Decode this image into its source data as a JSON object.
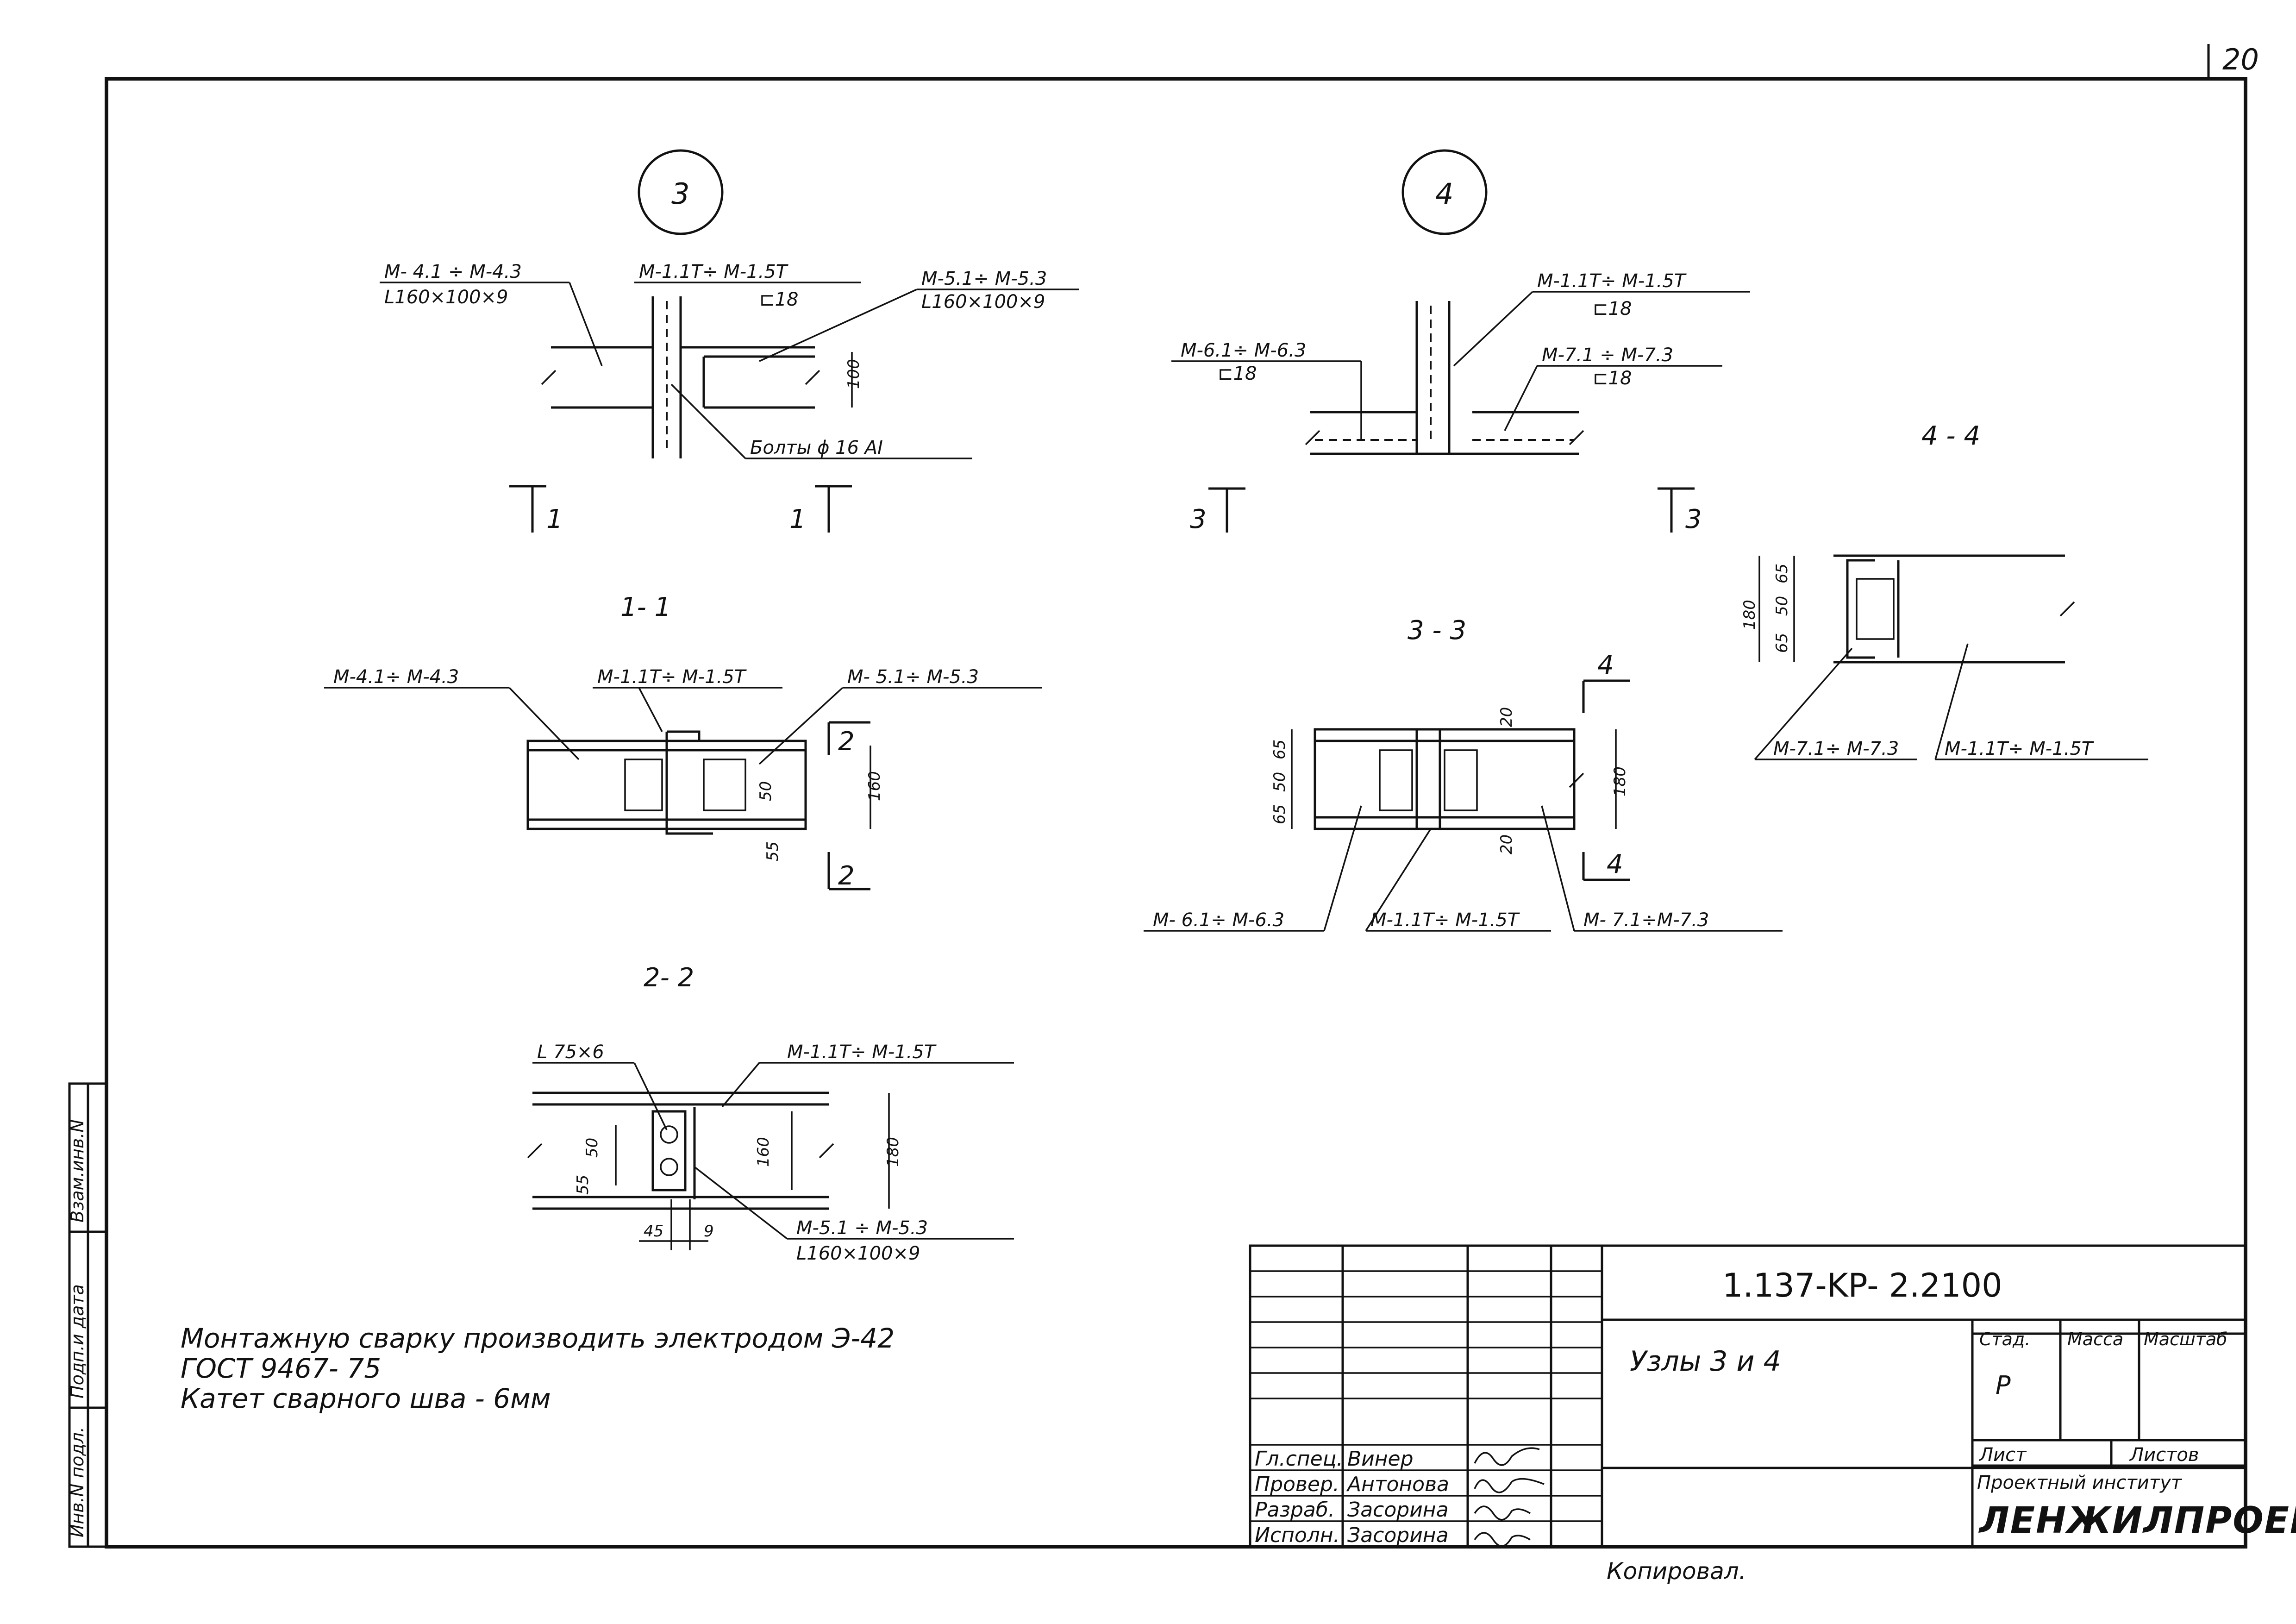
{
  "sheet": {
    "page_number": "20",
    "copied_note": "Копировал."
  },
  "node3": {
    "number": "3",
    "top_left_label": "M- 4.1 ÷ M-4.3",
    "top_left_profile": "L160×100×9",
    "top_mid_label": "M-1.1T÷ M-1.5T",
    "top_mid_profile": "⊏18",
    "top_right_label": "M-5.1÷ M-5.3",
    "top_right_profile": "L160×100×9",
    "bolts_label": "Болты ϕ 16 AI",
    "dim_100": "100",
    "cut_mark_left": "1",
    "cut_mark_right": "1"
  },
  "node4": {
    "number": "4",
    "top_mid_label": "M-1.1T÷ M-1.5T",
    "top_mid_profile": "⊏18",
    "left_label": "M-6.1÷ M-6.3",
    "left_profile": "⊏18",
    "right_label": "M-7.1 ÷ M-7.3",
    "right_profile": "⊏18",
    "cut_mark_left": "3",
    "cut_mark_right": "3"
  },
  "section_1_1": {
    "title": "1- 1",
    "left_label": "M-4.1÷ M-4.3",
    "mid_label": "M-1.1T÷ M-1.5T",
    "right_label": "M- 5.1÷ M-5.3",
    "dim_50": "50",
    "dim_160": "160",
    "dim_55": "55",
    "cut_mark_top": "2",
    "cut_mark_bottom": "2"
  },
  "section_2_2": {
    "title": "2- 2",
    "angle_label": "L 75×6",
    "top_label": "M-1.1T÷ M-1.5T",
    "bottom_label": "M-5.1 ÷ M-5.3",
    "bottom_profile": "L160×100×9",
    "dim_55": "55",
    "dim_50": "50",
    "dim_160": "160",
    "dim_180": "180",
    "dim_45": "45",
    "dim_9": "9"
  },
  "section_3_3": {
    "title": "3 - 3",
    "left_label": "M- 6.1÷ M-6.3",
    "mid_label": "M-1.1T÷ M-1.5T",
    "right_label": "M- 7.1÷M-7.3",
    "dim_65_top": "65",
    "dim_50": "50",
    "dim_65_bot": "65",
    "dim_20_top": "20",
    "dim_20_bot": "20",
    "dim_180": "180",
    "cut_mark_top": "4",
    "cut_mark_bottom": "4"
  },
  "section_4_4": {
    "title": "4 - 4",
    "left_label": "M-7.1÷ M-7.3",
    "right_label": "M-1.1T÷ M-1.5T",
    "dim_180": "180",
    "dim_65_top": "65",
    "dim_50": "50",
    "dim_65_bot": "65"
  },
  "notes": {
    "line1": "Монтажную сварку производить электродом Э-42",
    "line2": "ГОСТ 9467- 75",
    "line3": "Катет сварного шва - 6мм"
  },
  "side_stamp": {
    "field1": "Взам.инв.N",
    "field2": "Подп.и дата",
    "field3": "Инв.N подл."
  },
  "title_block": {
    "code": "1.137-KP- 2.2100",
    "sheet_title": "Узлы 3 и 4",
    "stage_header": "Стад.",
    "mass_header": "Масса",
    "scale_header": "Масштаб",
    "stage_value": "Р",
    "sheet_header": "Лист",
    "sheets_header": "Листов",
    "institute": "Проектный институт",
    "brand": "ЛЕНЖИЛПРОЕКТ",
    "roles": [
      "Гл.спец.",
      "Провер.",
      "Разраб.",
      "Исполн."
    ],
    "names": [
      "Винер",
      "Антонова",
      "Засорина",
      "Засорина"
    ]
  }
}
